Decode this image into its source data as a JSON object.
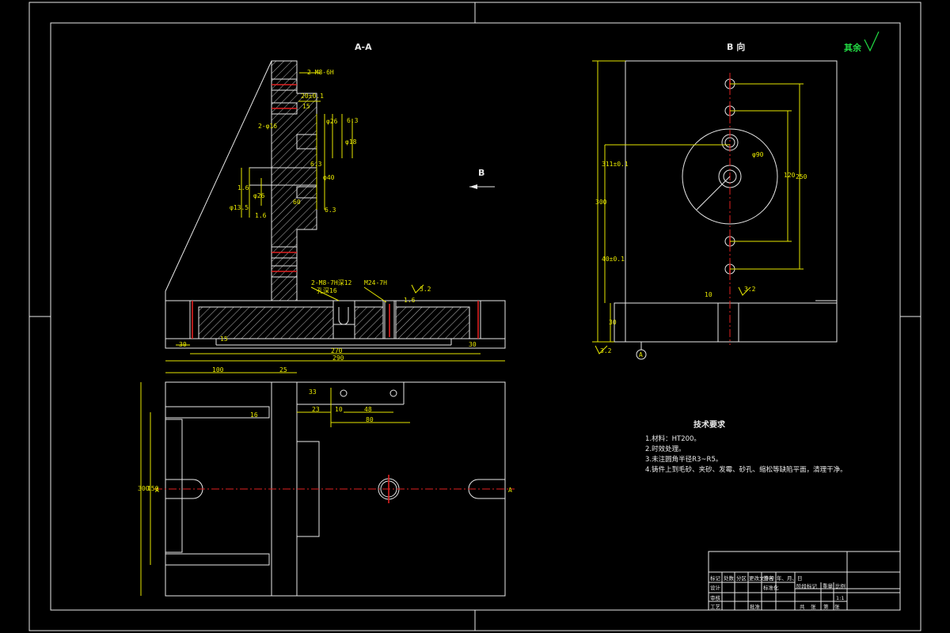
{
  "views": {
    "section_title": "A-A",
    "direction_title": "B 向",
    "view_arrow_label": "B",
    "section_mark": "A"
  },
  "surface_mark": "其余",
  "dimensions": {
    "d1": "2-M8-6H",
    "d2": "20±0.1",
    "d3": "15",
    "d4": "2-φ16",
    "d5": "φ26",
    "d6": "φ18",
    "d7": "6.3",
    "d8": "φ40",
    "d9": "60",
    "d10": "φ13.5",
    "d11": "2-M8-7H深12",
    "d12": "孔深16",
    "d13": "M24-7H",
    "d14": "1.6",
    "d15": "270",
    "d16": "290",
    "d17": "100",
    "d18": "25",
    "d19": "23",
    "d20": "10",
    "d21": "48",
    "d22": "80",
    "d23": "33",
    "d24": "16",
    "d25": "300",
    "d26": "150",
    "d27": "30",
    "d28": "15",
    "d29": "311±0.1",
    "d30": "φ90",
    "d31": "250",
    "d32": "120",
    "d33": "300",
    "d34": "40±0.1",
    "d35": "30",
    "d36": "3.2"
  },
  "tech_requirements": {
    "title": "技术要求",
    "items": [
      "1.材料：HT200。",
      "2.时效处理。",
      "3.未注圆角半径R3~R5。",
      "4.铸件上到毛砂、夹砂、发霉、砂孔、缩松等缺陷平面，清理干净。"
    ]
  },
  "title_block": {
    "row1": [
      "标记",
      "处数",
      "分区",
      "更改文件号",
      "签名",
      "年、月、日"
    ],
    "row2": [
      "设计",
      "标准化"
    ],
    "row3": [
      "审核"
    ],
    "row4": [
      "工艺",
      "批准"
    ],
    "right_headers": [
      "阶段标记",
      "重量",
      "比例"
    ],
    "scale": "1:1",
    "sheet": [
      "共",
      "张",
      "第",
      "张"
    ]
  }
}
